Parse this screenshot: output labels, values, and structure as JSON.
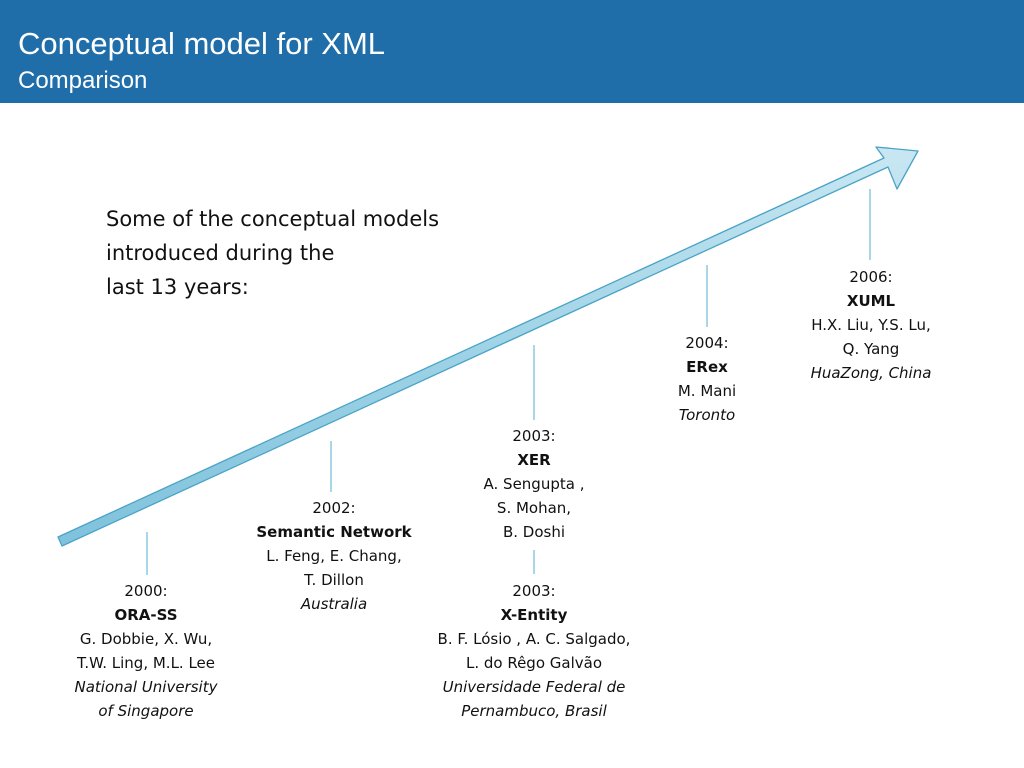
{
  "header": {
    "title": "Conceptual model for XML",
    "subtitle": "Comparison"
  },
  "intro": {
    "lines": [
      "Some of the conceptual models",
      "introduced during the",
      "last 13 years:"
    ]
  },
  "colors": {
    "header_bg": "#1f6ea9",
    "arrow_fill": "#9fd3e6",
    "arrow_stroke": "#4aa3c7",
    "connector": "#6fbcd8"
  },
  "entries": [
    {
      "year": "2000:",
      "model": "ORA-SS",
      "authors": [
        "G. Dobbie, X. Wu,",
        "T.W. Ling, M.L. Lee"
      ],
      "institution": [
        "National University",
        "of Singapore"
      ]
    },
    {
      "year": "2002:",
      "model": "Semantic Network",
      "authors": [
        "L. Feng, E. Chang,",
        "T. Dillon"
      ],
      "institution": [
        "Australia"
      ]
    },
    {
      "year": "2003:",
      "model": "XER",
      "authors": [
        "A. Sengupta ,",
        "S. Mohan,",
        "B. Doshi"
      ],
      "institution": []
    },
    {
      "year": "2003:",
      "model": "X-Entity",
      "authors": [
        "B. F. Lósio , A. C. Salgado,",
        "L. do Rêgo Galvão"
      ],
      "institution": [
        "Universidade Federal de",
        "Pernambuco, Brasil"
      ]
    },
    {
      "year": "2004:",
      "model": "ERex",
      "authors": [
        "M. Mani"
      ],
      "institution": [
        "Toronto"
      ]
    },
    {
      "year": "2006:",
      "model": "XUML",
      "authors": [
        "H.X. Liu, Y.S. Lu,",
        "Q. Yang"
      ],
      "institution": [
        "HuaZong, China"
      ]
    }
  ]
}
